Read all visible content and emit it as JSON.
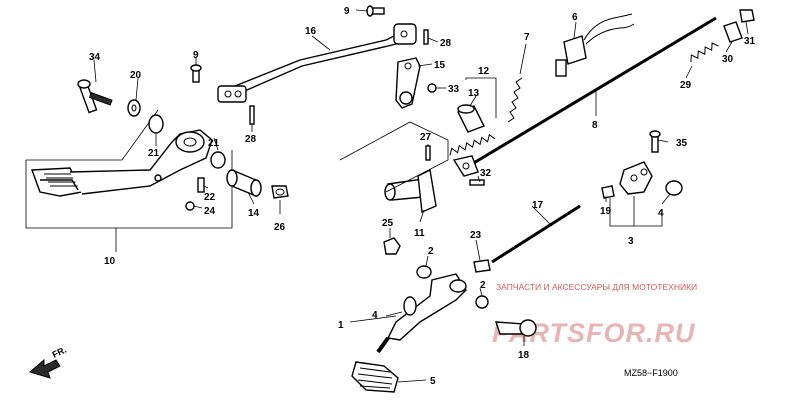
{
  "callouts": [
    {
      "id": "c34",
      "label": "34"
    },
    {
      "id": "c20",
      "label": "20"
    },
    {
      "id": "c9a",
      "label": "9"
    },
    {
      "id": "c9b",
      "label": "9"
    },
    {
      "id": "c16",
      "label": "16"
    },
    {
      "id": "c28a",
      "label": "28"
    },
    {
      "id": "c28b",
      "label": "28"
    },
    {
      "id": "c15",
      "label": "15"
    },
    {
      "id": "c12",
      "label": "12"
    },
    {
      "id": "c13",
      "label": "13"
    },
    {
      "id": "c7",
      "label": "7"
    },
    {
      "id": "c6",
      "label": "6"
    },
    {
      "id": "c31",
      "label": "31"
    },
    {
      "id": "c30",
      "label": "30"
    },
    {
      "id": "c29",
      "label": "29"
    },
    {
      "id": "c33",
      "label": "33"
    },
    {
      "id": "c8",
      "label": "8"
    },
    {
      "id": "c35",
      "label": "35"
    },
    {
      "id": "c21a",
      "label": "21"
    },
    {
      "id": "c21b",
      "label": "21"
    },
    {
      "id": "c22",
      "label": "22"
    },
    {
      "id": "c24",
      "label": "24"
    },
    {
      "id": "c14",
      "label": "14"
    },
    {
      "id": "c26",
      "label": "26"
    },
    {
      "id": "c27",
      "label": "27"
    },
    {
      "id": "c32",
      "label": "32"
    },
    {
      "id": "c11",
      "label": "11"
    },
    {
      "id": "c25",
      "label": "25"
    },
    {
      "id": "c19",
      "label": "19"
    },
    {
      "id": "c4a",
      "label": "4"
    },
    {
      "id": "c3",
      "label": "3"
    },
    {
      "id": "c17",
      "label": "17"
    },
    {
      "id": "c10",
      "label": "10"
    },
    {
      "id": "c23",
      "label": "23"
    },
    {
      "id": "c2a",
      "label": "2"
    },
    {
      "id": "c2b",
      "label": "2"
    },
    {
      "id": "c1",
      "label": "1"
    },
    {
      "id": "c4b",
      "label": "4"
    },
    {
      "id": "c18",
      "label": "18"
    },
    {
      "id": "c5",
      "label": "5"
    }
  ],
  "diagram_code": "MZ58−F1900",
  "direction_label": "FR.",
  "watermark": {
    "caption": "ЗАПЧАСТИ И АКСЕССУАРЫ ДЛЯ МОТОТЕХНИКИ",
    "logo": "PARTSFOR.RU"
  }
}
